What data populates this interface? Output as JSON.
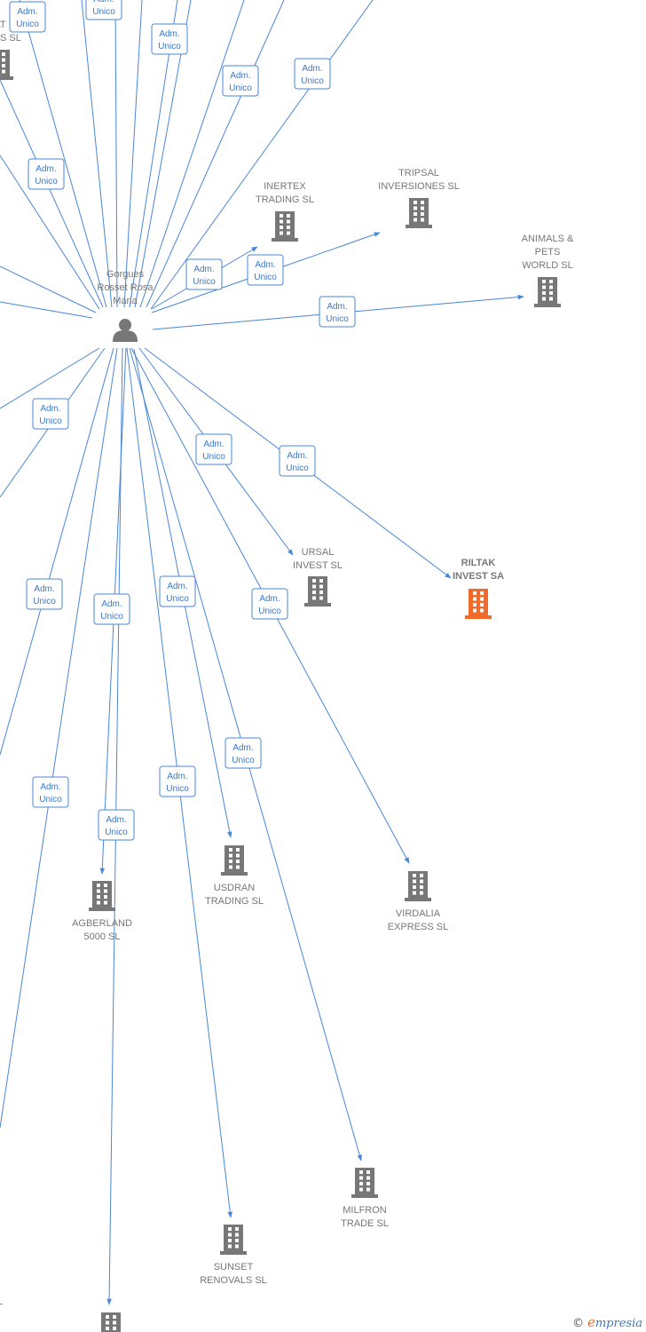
{
  "colors": {
    "edge": "#4a86d4",
    "label": "#777777",
    "building": "#777777",
    "building_highlight": "#f06a2a",
    "role_text": "#3b78c8"
  },
  "person": {
    "label": [
      "Gorgues",
      "Rosset Rosa",
      "Maria"
    ],
    "icon": "person-icon"
  },
  "companies": [
    {
      "id": "inertex",
      "lines": [
        "INERTEX",
        "TRADING SL"
      ],
      "highlight": false
    },
    {
      "id": "tripsal",
      "lines": [
        "TRIPSAL",
        "INVERSIONES SL"
      ],
      "highlight": false
    },
    {
      "id": "animals",
      "lines": [
        "ANIMALS &",
        "PETS",
        "WORLD SL"
      ],
      "highlight": false
    },
    {
      "id": "ursal",
      "lines": [
        "URSAL",
        "INVEST SL"
      ],
      "highlight": false
    },
    {
      "id": "riltak",
      "lines": [
        "RILTAK",
        "INVEST SA"
      ],
      "highlight": true
    },
    {
      "id": "usdran",
      "lines": [
        "USDRAN",
        "TRADING SL"
      ],
      "highlight": false
    },
    {
      "id": "virdalia",
      "lines": [
        "VIRDALIA",
        "EXPRESS SL"
      ],
      "highlight": false
    },
    {
      "id": "agberland",
      "lines": [
        "AGBERLAND",
        "5000 SL"
      ],
      "highlight": false
    },
    {
      "id": "milfron",
      "lines": [
        "MILFRON",
        "TRADE SL"
      ],
      "highlight": false
    },
    {
      "id": "sunset",
      "lines": [
        "SUNSET",
        "RENOVALS SL"
      ],
      "highlight": false
    },
    {
      "id": "cut_top_left",
      "lines": [
        "AT",
        "ONES SL"
      ],
      "highlight": false
    },
    {
      "id": "cut_bottom_left",
      "lines": [
        "L"
      ],
      "highlight": false
    },
    {
      "id": "cut_bottom",
      "lines": [],
      "highlight": false
    }
  ],
  "role": [
    "Adm.",
    "Unico"
  ],
  "watermark": {
    "copyright": "©",
    "brand_initial": "e",
    "brand_rest": "mpresia"
  }
}
